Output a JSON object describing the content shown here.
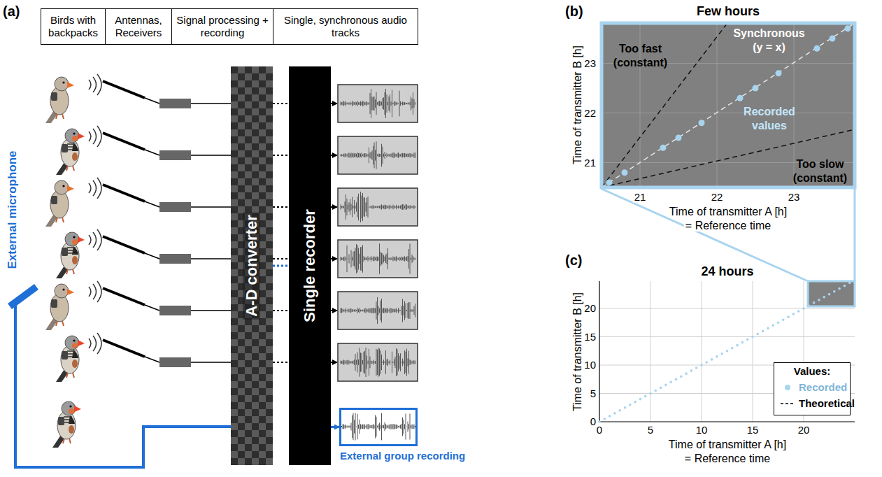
{
  "diagram": {
    "nodes": [
      {
        "text": [
          "Birds with backpacks"
        ]
      },
      {
        "text": [
          "Antennas, Receivers"
        ]
      },
      {
        "text": [
          "Signal processing + recording"
        ]
      },
      {
        "text": [
          "Single, synchronous audio tracks"
        ]
      },
      {
        "text": [
          "A-D converter"
        ]
      },
      {
        "text": [
          "Single recorder"
        ]
      },
      {
        "text": [
          "External group recording"
        ]
      }
    ],
    "edges": [
      {
        "from": 4,
        "to": 5,
        "arrow": "none"
      },
      {
        "from": 5,
        "to": 6,
        "arrow": "to"
      }
    ],
    "labels": [
      "(a)",
      "External microphone",
      "(b)",
      "Few hours",
      "Too fast (constant)",
      "Synchronous (y = x)",
      "Recorded values",
      "Too slow (constant)",
      "23",
      "22",
      "21",
      "21",
      "22",
      "23",
      "Time of transmitter B [h]",
      "Time of transmitter A [h]",
      "= Reference time",
      "(c)",
      "24 hours",
      "20",
      "15",
      "10",
      "5",
      "0",
      "0",
      "5",
      "10",
      "15",
      "20",
      "Time of transmitter B [h]",
      "Time of transmitter A [h]",
      "= Reference time",
      "Values:"
    ],
    "legend": [
      {
        "text": "Recorded"
      },
      {
        "text": "Theoretical"
      }
    ]
  }
}
